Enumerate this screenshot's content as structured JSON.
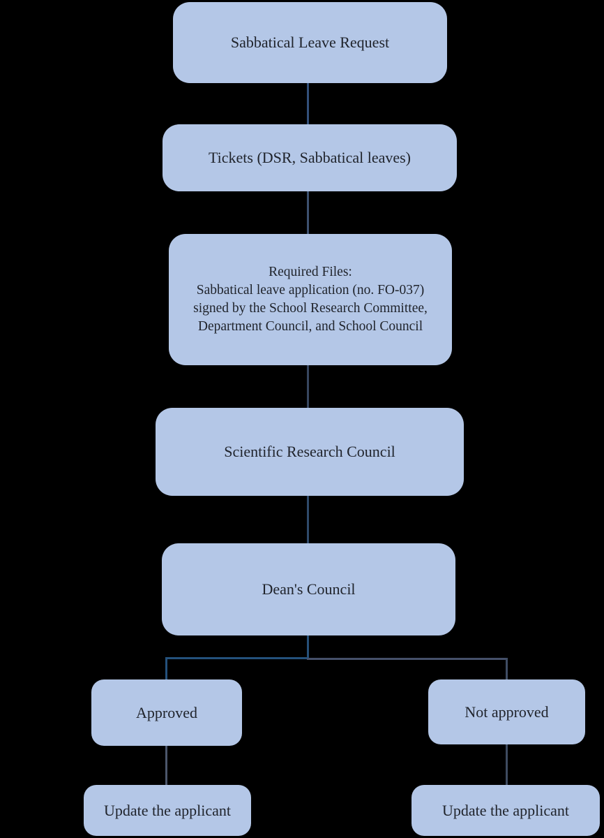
{
  "diagram": {
    "type": "flowchart",
    "colors": {
      "background": "#000000",
      "node_fill": "#b4c7e7",
      "node_text": "#20242c"
    },
    "nodes": [
      {
        "id": "start",
        "label": "Sabbatical Leave Request"
      },
      {
        "id": "tickets",
        "label": "Tickets (DSR, Sabbatical leaves)"
      },
      {
        "id": "required-files",
        "lines": [
          "Required Files:",
          "Sabbatical leave application (no. FO-037)",
          "signed by the School Research Committee,",
          "Department Council, and School Council"
        ]
      },
      {
        "id": "scientific-research-council",
        "label": "Scientific Research Council"
      },
      {
        "id": "deans-council",
        "label": "Dean's Council"
      },
      {
        "id": "approved",
        "label": "Approved"
      },
      {
        "id": "not-approved",
        "label": "Not approved"
      },
      {
        "id": "update-applicant-left",
        "label": "Update the applicant"
      },
      {
        "id": "update-applicant-right",
        "label": "Update the applicant"
      }
    ],
    "edges": [
      {
        "name": "start-to-tickets",
        "from": "start",
        "to": "tickets",
        "color": "#33507a"
      },
      {
        "name": "tickets-to-required-files",
        "from": "tickets",
        "to": "required-files",
        "color": "#3d5170"
      },
      {
        "name": "required-files-to-src",
        "from": "required-files",
        "to": "scientific-research-council",
        "color": "#37465f"
      },
      {
        "name": "src-to-deans",
        "from": "scientific-research-council",
        "to": "deans-council",
        "color": "#2f4a6b"
      },
      {
        "name": "deans-branch-stem",
        "from": "deans-council",
        "to": "branch",
        "color": "#265079"
      },
      {
        "name": "branch-left-horizontal",
        "from": "branch",
        "to": "approved",
        "color": "#24517c"
      },
      {
        "name": "branch-right-horizontal",
        "from": "branch",
        "to": "not-approved",
        "color": "#45506a"
      },
      {
        "name": "branch-to-approved",
        "from": "branch",
        "to": "approved",
        "color": "#24517c"
      },
      {
        "name": "branch-to-not-approved",
        "from": "branch",
        "to": "not-approved",
        "color": "#3f4d64"
      },
      {
        "name": "approved-to-update",
        "from": "approved",
        "to": "update-applicant-left",
        "color": "#4b566b"
      },
      {
        "name": "not-approved-to-update",
        "from": "not-approved",
        "to": "update-applicant-right",
        "color": "#3e4b60"
      }
    ]
  }
}
